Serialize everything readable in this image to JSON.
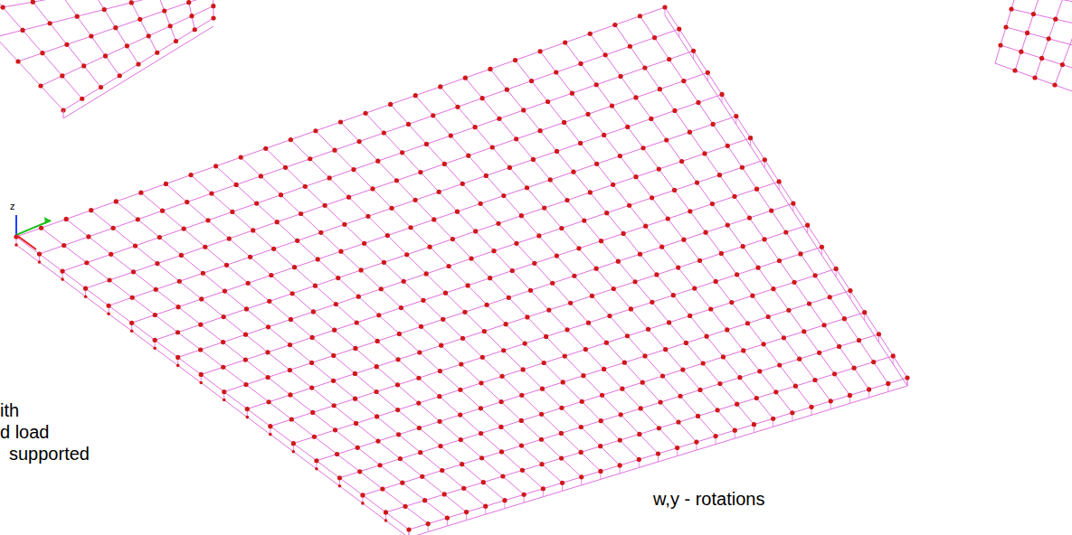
{
  "diagram": {
    "labels": [
      "z",
      "ith",
      "d load",
      "supported",
      "w,y - rotations"
    ]
  }
}
